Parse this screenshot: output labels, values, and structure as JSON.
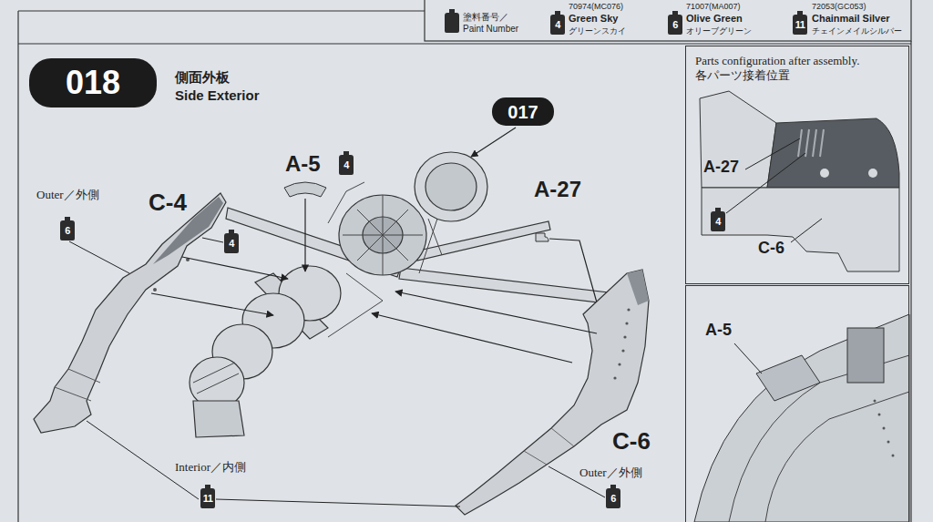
{
  "diagram": {
    "title": "Side Exterior",
    "nodes": [
      {
        "text": [
          "018"
        ]
      },
      {
        "text": [
          "017"
        ]
      },
      {
        "text": [
          "Parts configuration after assembly. 各パーツ接着位置"
        ]
      },
      {
        "text": [
          "A-5"
        ]
      }
    ],
    "labels": [
      "塗料番号／",
      "Paint Number",
      "4",
      "70974(MC076)",
      "Green Sky",
      "グリーンスカイ",
      "6",
      "71007(MA007)",
      "Olive Green",
      "オリーブグリーン",
      "11",
      "72053(GC053)",
      "Chainmail Silver",
      "チェインメイルシルバー",
      "側面外板",
      "A-5",
      "4",
      "A-27",
      "Outer／外側",
      "6",
      "C-4",
      "4",
      "C-6",
      "Outer／外側",
      "6",
      "Interior／内側",
      "11",
      "A-27",
      "4",
      "C-6"
    ]
  }
}
